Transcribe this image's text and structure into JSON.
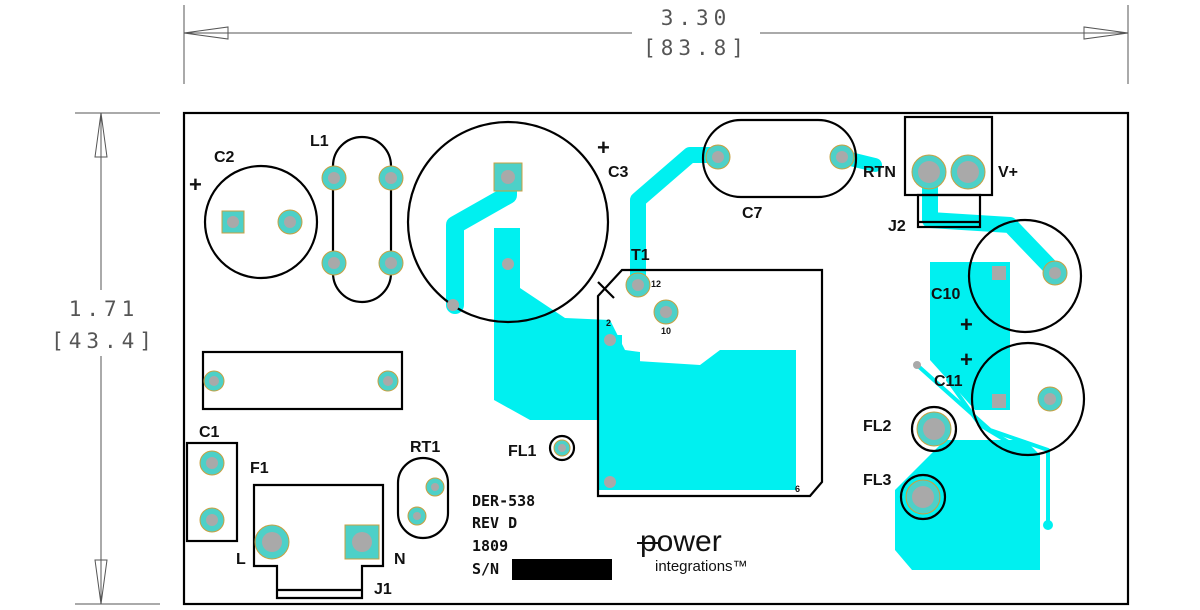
{
  "dimensions": {
    "width_in": "3.30",
    "width_mm": "[83.8]",
    "height_in": "1.71",
    "height_mm": "[43.4]"
  },
  "components": {
    "c1": "C1",
    "c2": "C2",
    "c3": "C3",
    "c7": "C7",
    "c10": "C10",
    "c11": "C11",
    "l1": "L1",
    "t1": "T1",
    "f1": "F1",
    "rt1": "RT1",
    "rtn": "RTN",
    "vplus": "V+",
    "j1": "J1",
    "j2": "J2",
    "fl1": "FL1",
    "fl2": "FL2",
    "fl3": "FL3",
    "l_term": "L",
    "n_term": "N",
    "plus": "+"
  },
  "transformer_pins": {
    "p12": "12",
    "p2": "2",
    "p10": "10",
    "p6": "6"
  },
  "revision": {
    "board": "DER-538",
    "rev": "REV D",
    "date": "1809",
    "sn": "S/N"
  },
  "logo": {
    "main": "power",
    "sub": "integrations™"
  },
  "colors": {
    "copper": "#00f0f0",
    "outline": "#000000",
    "dimension": "#555555"
  }
}
